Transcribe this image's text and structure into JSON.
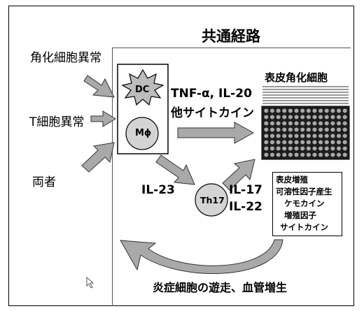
{
  "title": "共通経路",
  "left_labels": {
    "keratinocyte_abnormal": "角化細胞異常",
    "t_cell_abnormal": "T細胞異常",
    "both": "両者"
  },
  "cells": {
    "dc": "DC",
    "macrophage": "Mϕ",
    "th17": "Th17"
  },
  "cytokines": {
    "line1": "TNF-α, IL-20",
    "line2": "他サイトカイン",
    "il23": "IL-23",
    "il17": "IL-17",
    "il22": "IL-22"
  },
  "target": "表皮角化細胞",
  "effects": [
    "表皮増殖",
    "可溶性因子産生",
    "ケモカイン",
    "増殖因子",
    "サイトカイン"
  ],
  "bottom": "炎症細胞の遊走、血管増生",
  "colors": {
    "arrow": "#a9a9a9",
    "cell_fill": "#d4d4d4",
    "grid": "#1e1e1e"
  }
}
